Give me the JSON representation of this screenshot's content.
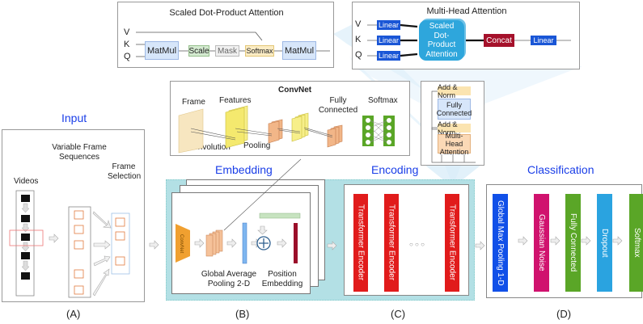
{
  "sdpa": {
    "title": "Scaled Dot-Product Attention",
    "inputs": [
      "V",
      "K",
      "Q"
    ],
    "blocks": [
      "MatMul",
      "Scale",
      "Mask",
      "Softmax",
      "MatMul"
    ]
  },
  "mha": {
    "title": "Multi-Head Attention",
    "inputs": [
      "V",
      "K",
      "Q"
    ],
    "linear": "Linear",
    "attention": "Scaled Dot-Product Attention",
    "concat": "Concat",
    "out_linear": "Linear"
  },
  "convnet": {
    "title": "ConvNet",
    "frame": "Frame",
    "features": "Features",
    "convolution": "Convolution",
    "pooling": "Pooling",
    "fully_connected": "Fully Connected",
    "softmax": "Softmax"
  },
  "encoder_block": {
    "add_norm_1": "Add & Norm",
    "fully_connected": "Fully Connected",
    "add_norm_2": "Add & Norm",
    "mha": "Multi-Head Attention"
  },
  "input": {
    "title": "Input",
    "variable_frames": "Variable Frame Sequences",
    "frame_selection": "Frame Selection",
    "videos": "Videos",
    "label": "(A)"
  },
  "embedding": {
    "title": "Embedding",
    "convnet": "ConvNet",
    "gap": "Global Average Pooling 2-D",
    "pos": "Position Embedding",
    "label": "(B)"
  },
  "encoding": {
    "title": "Encoding",
    "encoder": "Transformer Encoder",
    "ellipsis": "○   ○   ○",
    "label": "(C)"
  },
  "classification": {
    "title": "Classification",
    "layers": [
      {
        "name": "Global Max Pooling 1-D",
        "color": "#1150e8"
      },
      {
        "name": "Gaussian Noise",
        "color": "#d0126e"
      },
      {
        "name": "Fully Connected",
        "color": "#5aa627"
      },
      {
        "name": "Dropout",
        "color": "#2aa3e0"
      },
      {
        "name": "Softmax",
        "color": "#5aa627"
      }
    ],
    "label": "(D)"
  },
  "colors": {
    "accent": "#1a3ee8",
    "encoder": "#e11b1b",
    "embedding_bg": "#b3e0e5",
    "concat": "#a5112b",
    "linear": "#1a56d6"
  }
}
